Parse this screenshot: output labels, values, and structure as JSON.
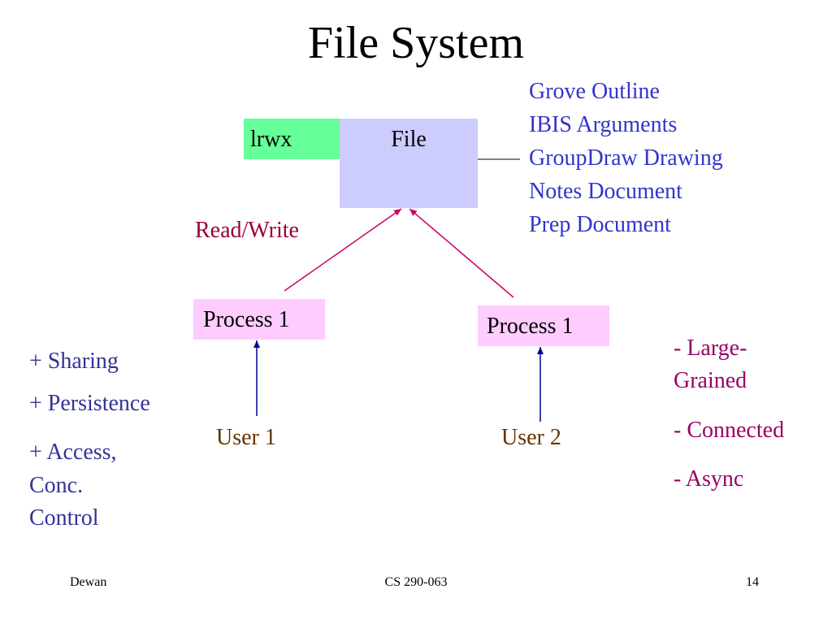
{
  "title": "File System",
  "diagram": {
    "permission_label": "lrwx",
    "file_label": "File",
    "read_write_label": "Read/Write",
    "process_left_label": "Process 1",
    "process_right_label": "Process 1",
    "user_left_label": "User 1",
    "user_right_label": "User 2"
  },
  "file_types": [
    "Grove Outline",
    "IBIS Arguments",
    "GroupDraw Drawing",
    "Notes Document",
    "Prep Document"
  ],
  "advantages": [
    "+ Sharing",
    "+ Persistence",
    "+ Access,",
    "Conc.",
    "Control"
  ],
  "drawbacks": [
    "- Large-",
    "Grained",
    "- Connected",
    "- Async"
  ],
  "footer": {
    "author": "Dewan",
    "course": "CS 290-063",
    "page_number": "14"
  },
  "colors": {
    "permission_fill": "#66ff99",
    "file_fill": "#ccccff",
    "process_fill": "#ffccff",
    "read_write_arrow": "#cc0066",
    "user_arrow": "#000099"
  }
}
